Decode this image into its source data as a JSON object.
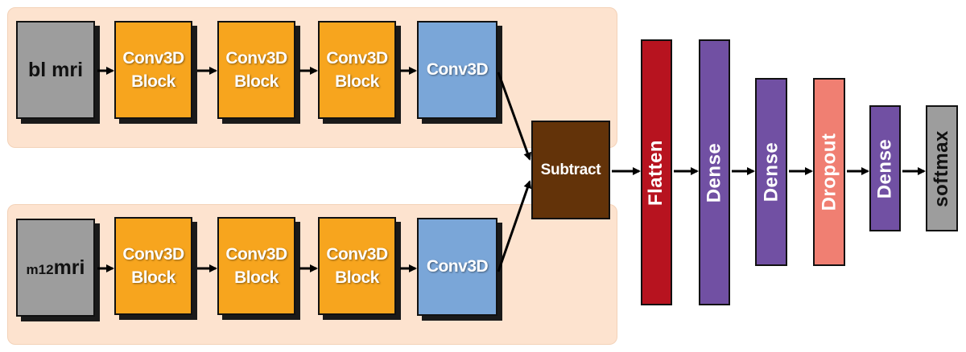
{
  "branch_top": {
    "input_label": "bl mri",
    "blocks": [
      {
        "line1": "Conv3D",
        "line2": "Block"
      },
      {
        "line1": "Conv3D",
        "line2": "Block"
      },
      {
        "line1": "Conv3D",
        "line2": "Block"
      }
    ],
    "conv_label": "Conv3D"
  },
  "branch_bottom": {
    "input_prefix": "m12",
    "input_word": "mri",
    "blocks": [
      {
        "line1": "Conv3D",
        "line2": "Block"
      },
      {
        "line1": "Conv3D",
        "line2": "Block"
      },
      {
        "line1": "Conv3D",
        "line2": "Block"
      }
    ],
    "conv_label": "Conv3D"
  },
  "merge": {
    "label": "Subtract"
  },
  "head": {
    "layers": [
      "Flatten",
      "Dense",
      "Dense",
      "Dropout",
      "Dense",
      "softmax"
    ]
  },
  "colors": {
    "input": "#9d9d9d",
    "conv_block": "#f7a51e",
    "conv3d": "#7aa6d8",
    "subtract": "#633309",
    "flatten": "#b7131f",
    "dense": "#7150a3",
    "dropout": "#f07f72",
    "softmax": "#9d9d9d",
    "branch_background": "#fde3cf"
  }
}
